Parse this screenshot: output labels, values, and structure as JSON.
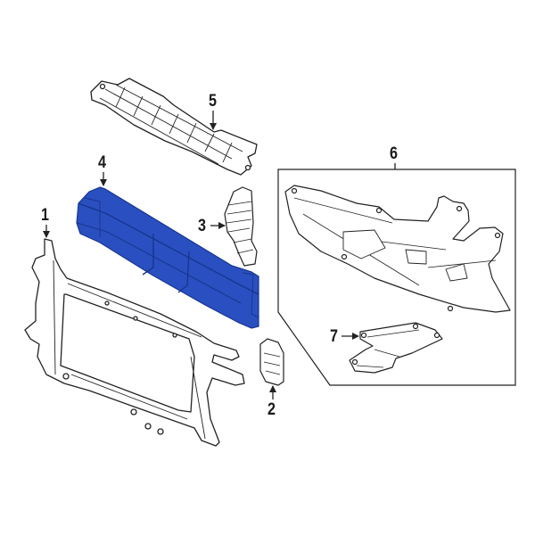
{
  "diagram": {
    "type": "exploded-parts-diagram",
    "colors": {
      "highlight": "#2a4fc0",
      "highlight_dark": "#183690",
      "line": "#222222",
      "background": "#ffffff"
    },
    "callouts": [
      {
        "id": "1",
        "label": "1",
        "part": "radiator-support-frame"
      },
      {
        "id": "2",
        "label": "2",
        "part": "small-bracket"
      },
      {
        "id": "3",
        "label": "3",
        "part": "side-air-deflector"
      },
      {
        "id": "4",
        "label": "4",
        "part": "air-deflector-highlighted"
      },
      {
        "id": "5",
        "label": "5",
        "part": "upper-shield"
      },
      {
        "id": "6",
        "label": "6",
        "part": "engine-splash-shield"
      },
      {
        "id": "7",
        "label": "7",
        "part": "lower-cover"
      }
    ]
  }
}
